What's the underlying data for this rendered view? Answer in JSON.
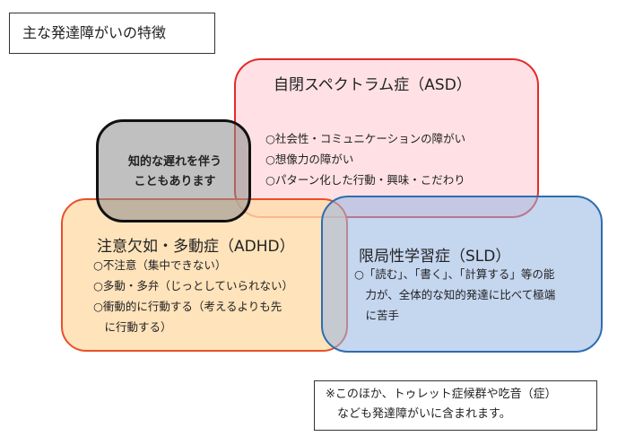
{
  "title": "主な発達障がいの特徴",
  "asd": {
    "heading": "自閉スペクトラム症（ASD）",
    "items": [
      "○社会性・コミュニケーションの障がい",
      "○想像力の障がい",
      "○パターン化した行動・興味・こだわり"
    ]
  },
  "intellectual": {
    "lines": [
      "知的な遅れを伴う",
      "こともあります"
    ]
  },
  "adhd": {
    "heading": "注意欠如・多動症（ADHD）",
    "items": [
      "○不注意（集中できない）",
      "○多動・多弁（じっとしていられない）",
      "○衝動的に行動する（考えるよりも先",
      "　に行動する）"
    ]
  },
  "sld": {
    "heading": "限局性学習症（SLD）",
    "items": [
      "○「読む」、「書く」、「計算する」等の能",
      "　力が、全体的な知的発達に比べて極端",
      "　に苦手"
    ]
  },
  "note": {
    "lines": [
      "※このほか、トゥレット症候群や吃音（症）",
      "　なども発達障がいに含まれます。"
    ]
  }
}
